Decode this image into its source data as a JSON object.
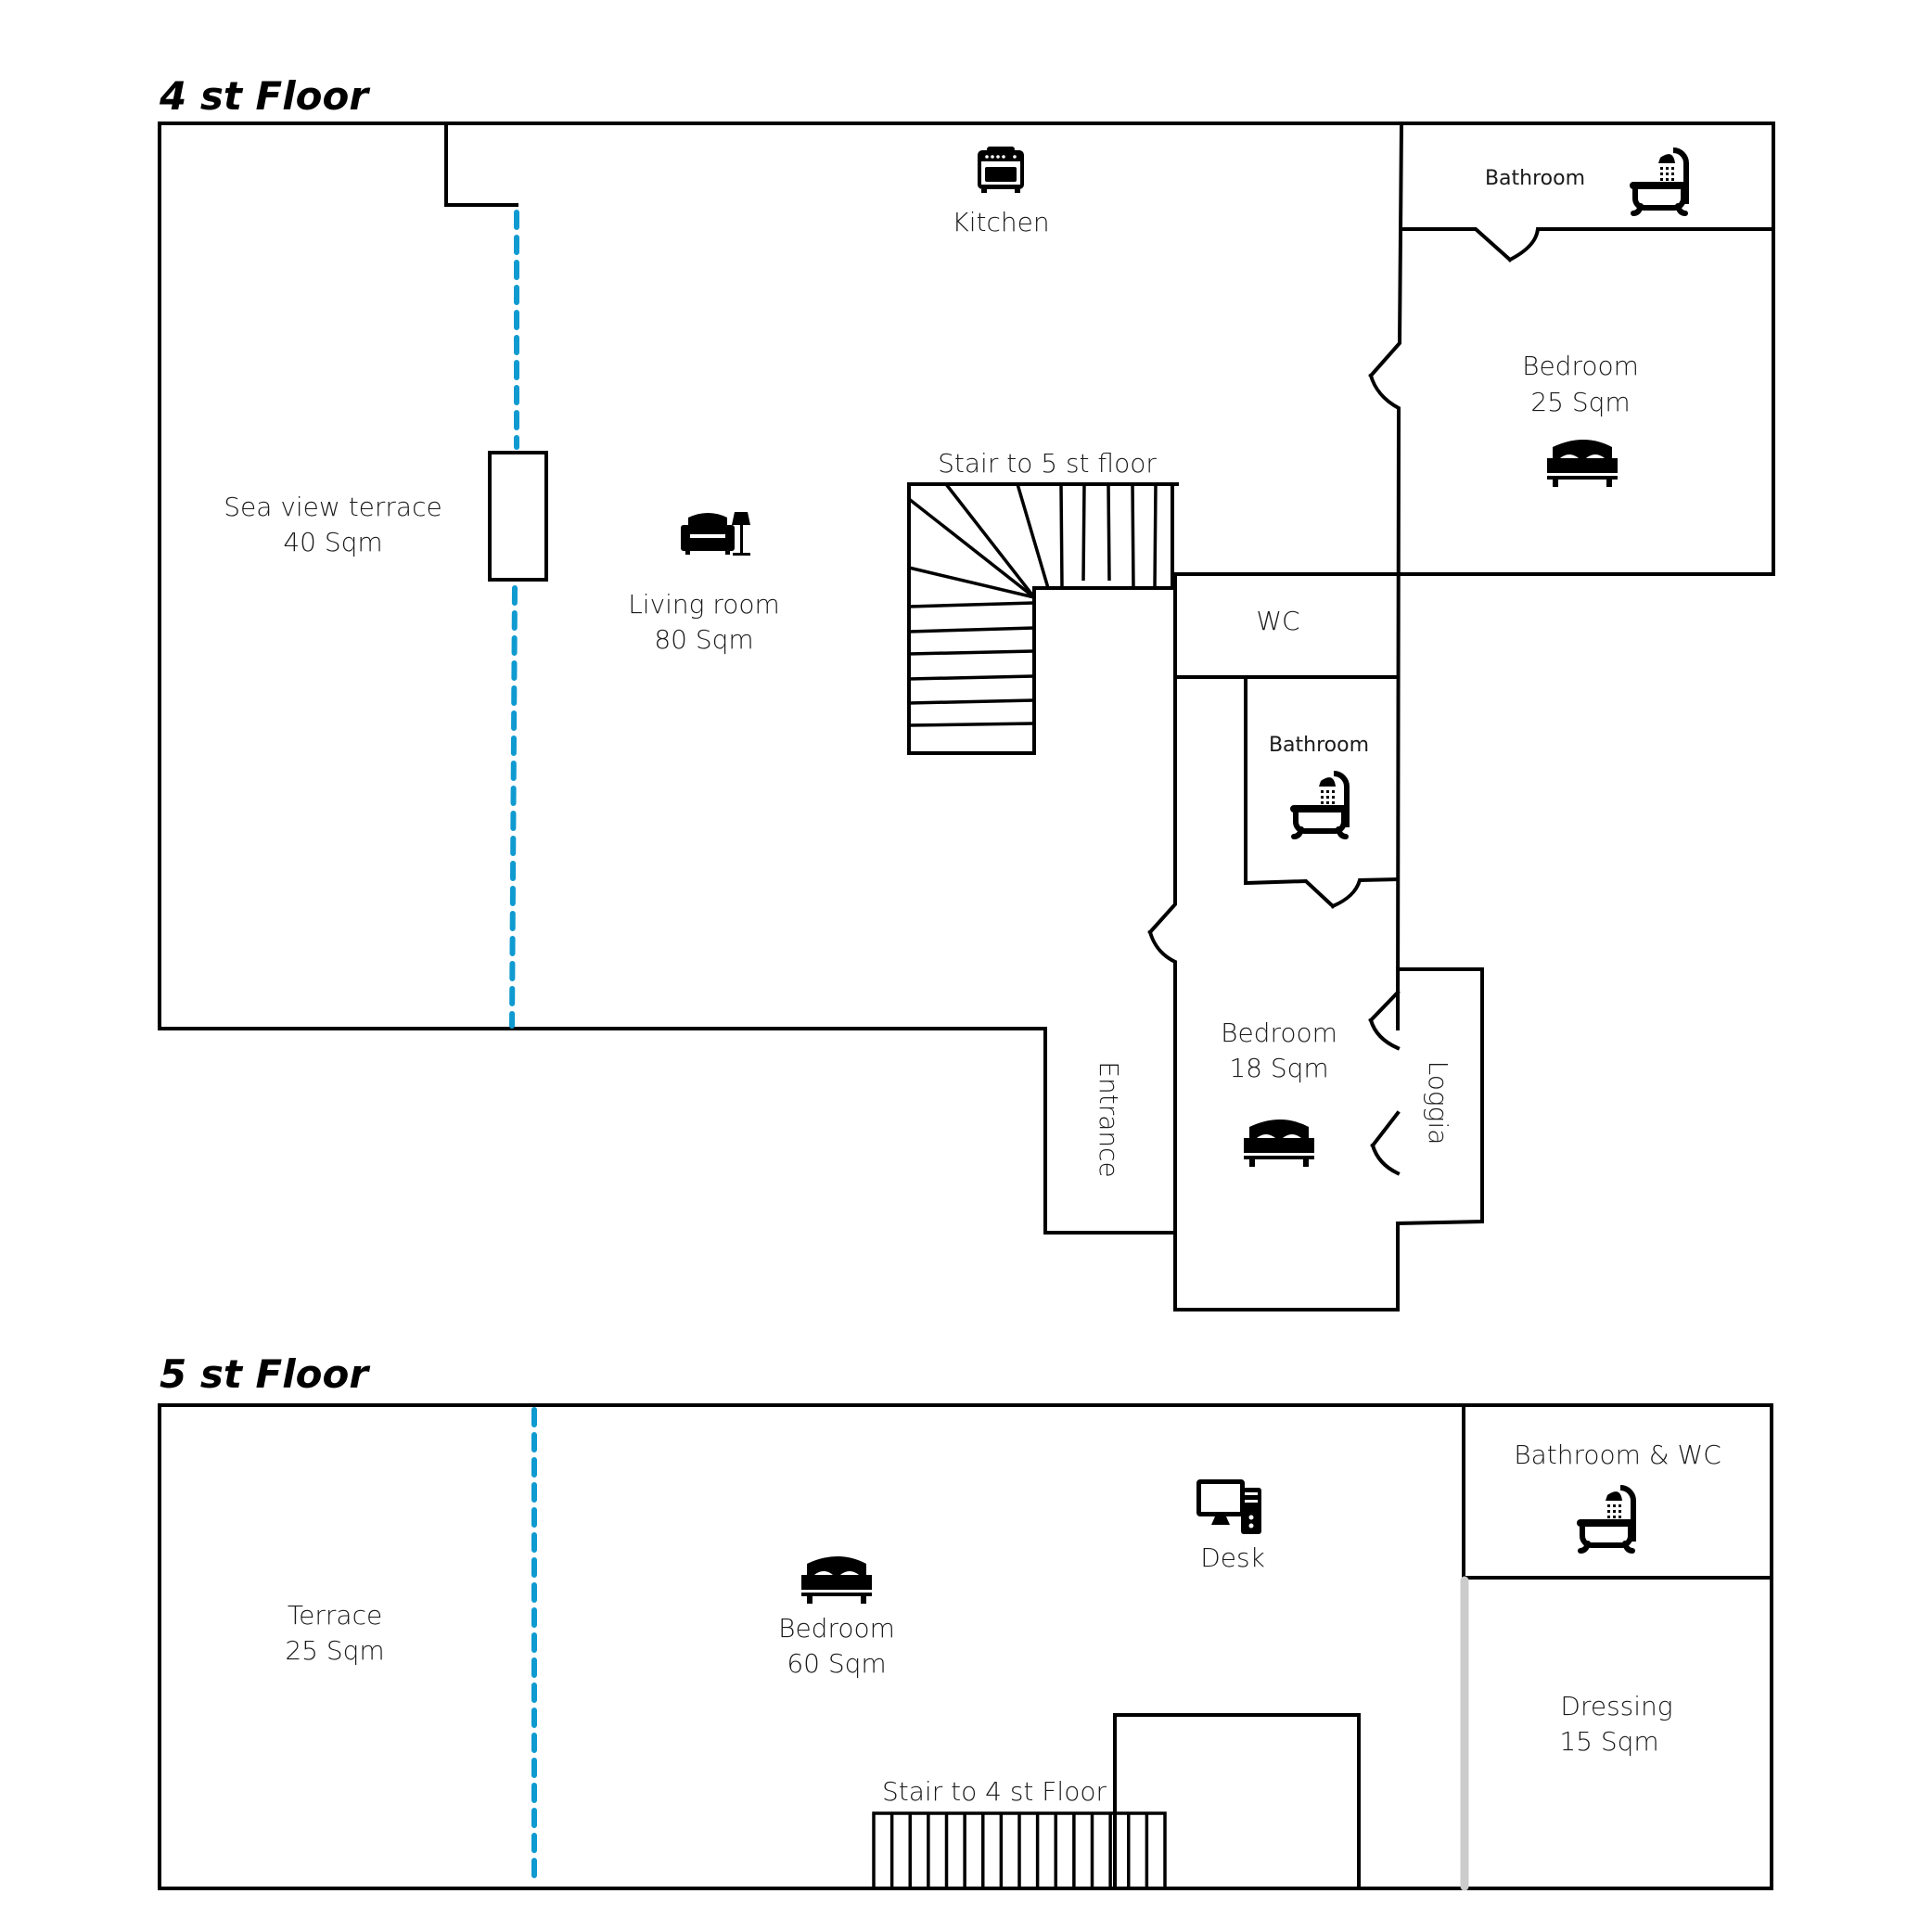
{
  "colors": {
    "wall": "#000000",
    "terrace_boundary": "#0f9ad0",
    "partition": "#cccccc",
    "background": "#ffffff"
  },
  "floor4": {
    "title": "4 st Floor",
    "rooms": {
      "kitchen": {
        "name": "Kitchen",
        "icon": "stove-icon"
      },
      "bathroom_top": {
        "name": "Bathroom",
        "icon": "bathtub-icon"
      },
      "bedroom_25": {
        "name": "Bedroom",
        "area": "25 Sqm",
        "icon": "bed-icon"
      },
      "stair": {
        "name": "Stair to 5 st floor"
      },
      "sea_terrace": {
        "name": "Sea view terrace",
        "area": "40 Sqm"
      },
      "living": {
        "name": "Living room",
        "area": "80 Sqm",
        "icon": "armchair-lamp-icon"
      },
      "wc": {
        "name": "WC"
      },
      "bathroom_mid": {
        "name": "Bathroom",
        "icon": "bathtub-icon"
      },
      "bedroom_18": {
        "name": "Bedroom",
        "area": "18 Sqm",
        "icon": "bed-icon"
      },
      "entrance": {
        "name": "Entrance"
      },
      "loggia": {
        "name": "Loggia"
      }
    }
  },
  "floor5": {
    "title": "5 st Floor",
    "rooms": {
      "terrace": {
        "name": "Terrace",
        "area": "25 Sqm"
      },
      "bedroom_60": {
        "name": "Bedroom",
        "area": "60 Sqm",
        "icon": "bed-icon"
      },
      "desk": {
        "name": "Desk",
        "icon": "computer-icon"
      },
      "bath_wc": {
        "name": "Bathroom & WC",
        "icon": "bathtub-icon"
      },
      "dressing": {
        "name": "Dressing",
        "area": "15 Sqm"
      },
      "stair": {
        "name": "Stair to 4 st Floor"
      }
    }
  }
}
